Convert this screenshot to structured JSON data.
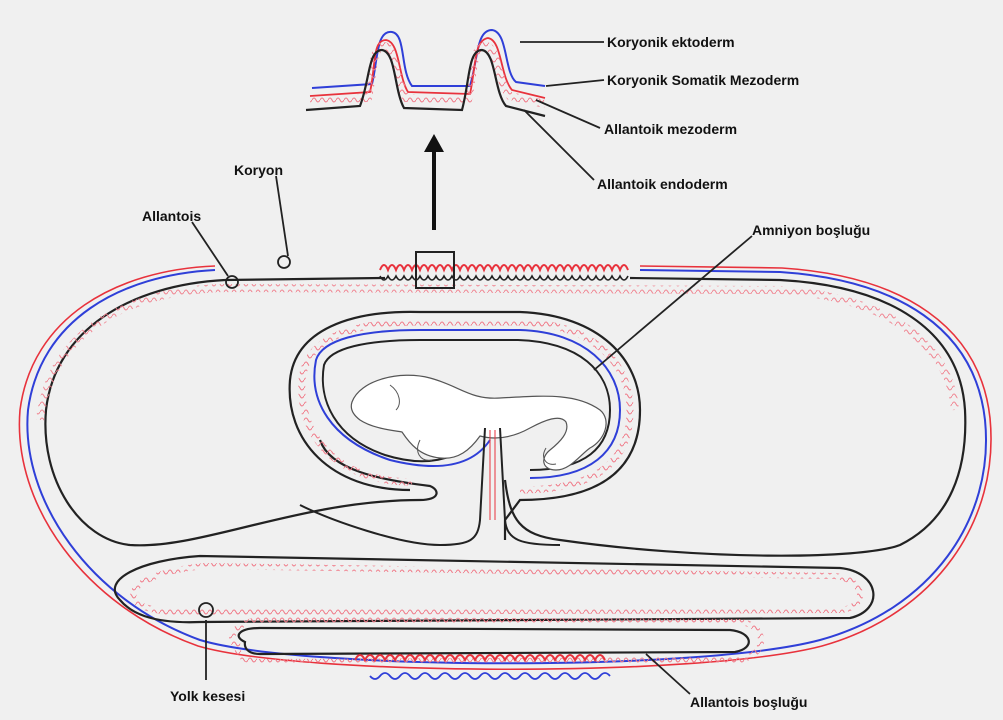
{
  "colors": {
    "background": "#f0f0f0",
    "outline": "#222222",
    "red_membrane": "#e8323c",
    "blue_membrane": "#2f3fd8",
    "pink_villi": "#f07a88",
    "embryo_fill": "#ffffff"
  },
  "labels": {
    "koryonik_ektoderm": "Koryonik ektoderm",
    "koryonik_somatik_mezoderm": "Koryonik Somatik Mezoderm",
    "allantoik_mezoderm": "Allantoik mezoderm",
    "allantoik_endoderm": "Allantoik endoderm",
    "koryon": "Koryon",
    "allantois": "Allantois",
    "amniyon_boslugu": "Amniyon boşluğu",
    "yolk_kesesi": "Yolk kesesi",
    "allantois_boslugu": "Allantois boşluğu"
  },
  "icons": {
    "arrow": "up-arrow-icon",
    "inset_box": "zoom-box-icon",
    "embryo": "embryo-icon"
  }
}
